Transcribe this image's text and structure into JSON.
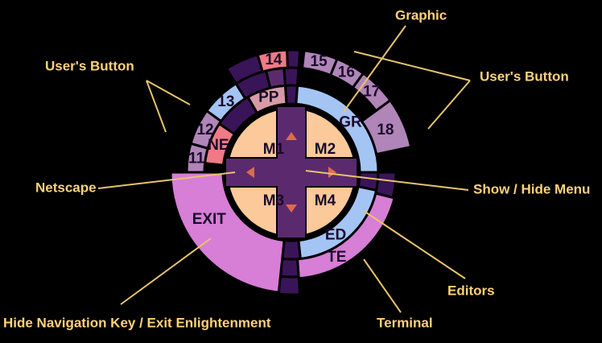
{
  "colors": {
    "background": "#000000",
    "callout_text": "#ffd27a",
    "leader_line": "#e8c46a",
    "mode_key": "#fbc99a",
    "dark_purple": "#3a1458",
    "mid_purple": "#5b2a6e",
    "users_button": "#b085b8",
    "blue_button": "#a4c4f4",
    "pink_button": "#f07a86",
    "pp_button": "#d79aa6",
    "exit_button": "#d77ed6",
    "arrow": "#e06a4a"
  },
  "buttons": {
    "b11": "11",
    "b12": "12",
    "b13": "13",
    "b14": "14",
    "b15": "15",
    "b16": "16",
    "b17": "17",
    "b18": "18",
    "pp": "PP",
    "ne": "NE",
    "gr": "GR",
    "ed": "ED",
    "te": "TE",
    "exit": "EXIT",
    "m1": "M1",
    "m2": "M2",
    "m3": "M3",
    "m4": "M4"
  },
  "callouts": {
    "graphic": "Graphic",
    "users_button_left": "User's Button",
    "users_button_right": "User's Button",
    "netscape": "Netscape",
    "show_hide_menu": "Show / Hide Menu",
    "editors": "Editors",
    "terminal": "Terminal",
    "hide_navigation": "Hide Navigation Key / Exit Enlightenment"
  }
}
